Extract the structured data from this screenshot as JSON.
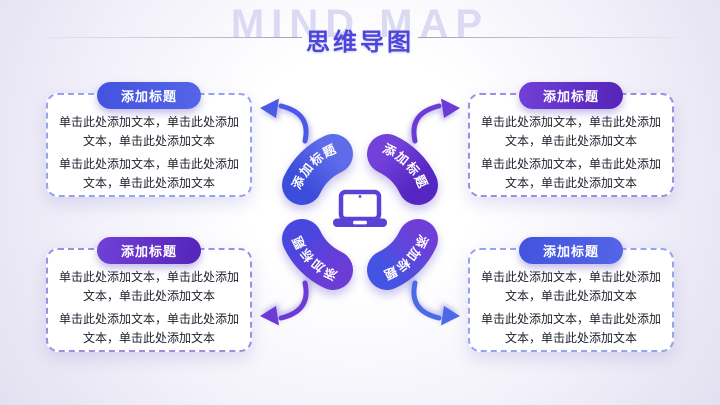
{
  "header": {
    "watermark": "MIND MAP",
    "title": "思维导图"
  },
  "cards": [
    {
      "position": "top-left",
      "accent": "blue",
      "title": "添加标题",
      "paragraphs": [
        "单击此处添加文本，单击此处添加文本，单击此处添加文本",
        "单击此处添加文本，单击此处添加文本，单击此处添加文本"
      ]
    },
    {
      "position": "top-right",
      "accent": "purple",
      "title": "添加标题",
      "paragraphs": [
        "单击此处添加文本，单击此处添加文本，单击此处添加文本",
        "单击此处添加文本，单击此处添加文本，单击此处添加文本"
      ]
    },
    {
      "position": "bottom-left",
      "accent": "purple",
      "title": "添加标题",
      "paragraphs": [
        "单击此处添加文本，单击此处添加文本，单击此处添加文本",
        "单击此处添加文本，单击此处添加文本，单击此处添加文本"
      ]
    },
    {
      "position": "bottom-right",
      "accent": "blue",
      "title": "添加标题",
      "paragraphs": [
        "单击此处添加文本，单击此处添加文本，单击此处添加文本",
        "单击此处添加文本，单击此处添加文本，单击此处添加文本"
      ]
    }
  ],
  "diagram": {
    "center_icon": "laptop-icon",
    "segments": [
      {
        "position": "top-left",
        "label": "添加标题"
      },
      {
        "position": "top-right",
        "label": "添加标题"
      },
      {
        "position": "bottom-left",
        "label": "添加标题"
      },
      {
        "position": "bottom-right",
        "label": "添加标题"
      }
    ]
  },
  "colors": {
    "title": "#4c46da",
    "watermark": "#dcdaf3",
    "blue_accent": "#4353de",
    "purple_accent": "#6a38d0",
    "card_border_blue": "#97a3ec",
    "card_border_purple": "#a58ae2",
    "arrow_blue": "#4a5ae6",
    "arrow_purple": "#6c3ad6",
    "laptop_purple": "#5b42d6",
    "body_text": "#20242e"
  }
}
